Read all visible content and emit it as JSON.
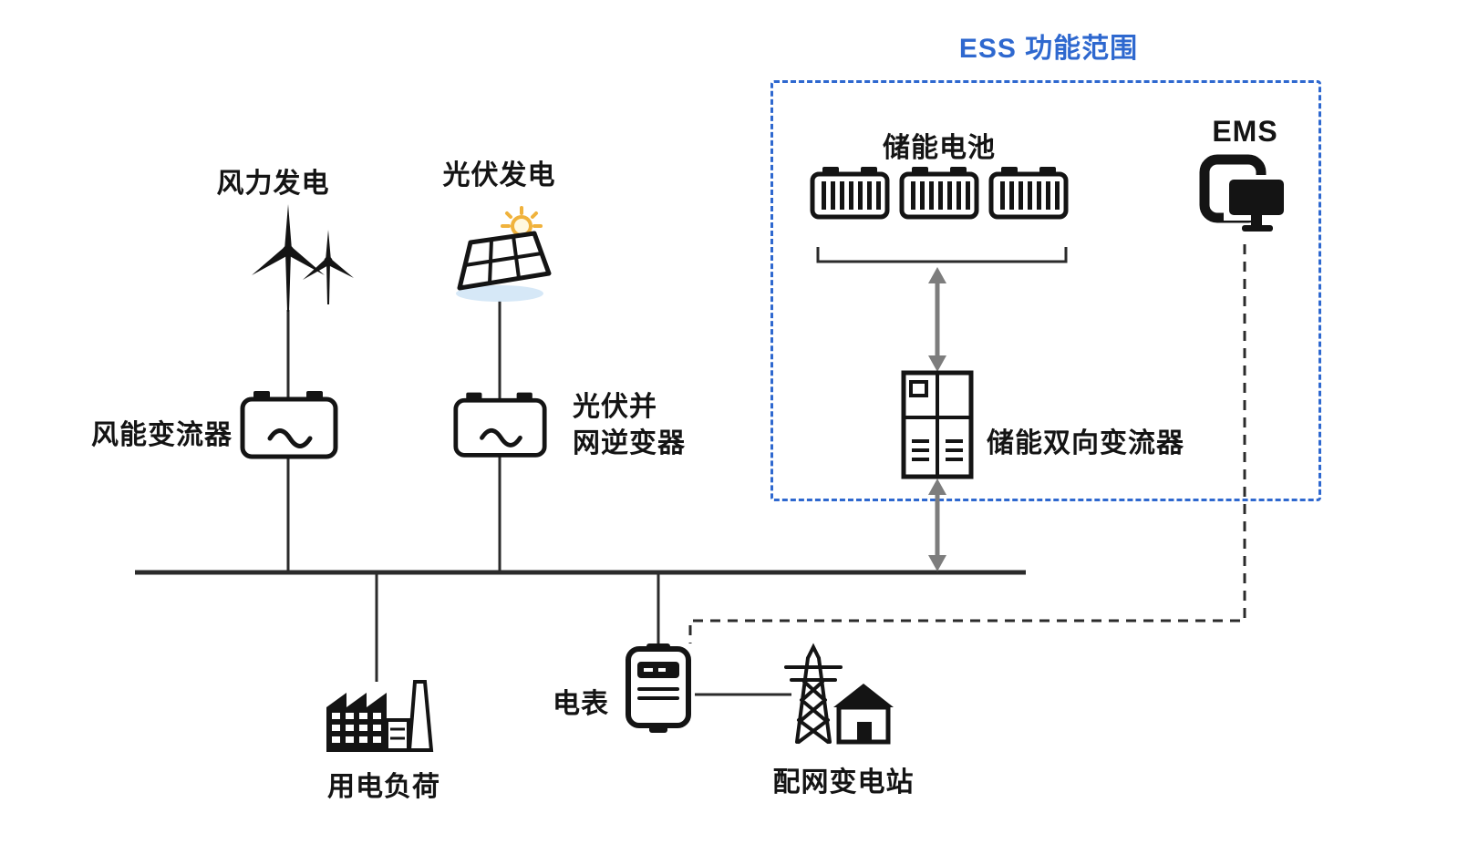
{
  "title": "ESS 功能范围",
  "nodes": {
    "wind_generation": "风力发电",
    "pv_generation": "光伏发电",
    "wind_converter": "风能变流器",
    "pv_inverter_line1": "光伏并",
    "pv_inverter_line2": "网逆变器",
    "storage_battery": "储能电池",
    "ems": "EMS",
    "bidirectional_converter": "储能双向变流器",
    "load": "用电负荷",
    "meter": "电表",
    "substation": "配网变电站"
  },
  "colors": {
    "accent_blue": "#2e68cf",
    "ink": "#141414",
    "line": "#2b2b2b",
    "arrow": "#7d7d7d",
    "sun_yellow": "#f0b23c",
    "panel_shadow": "#cfe4f6"
  }
}
